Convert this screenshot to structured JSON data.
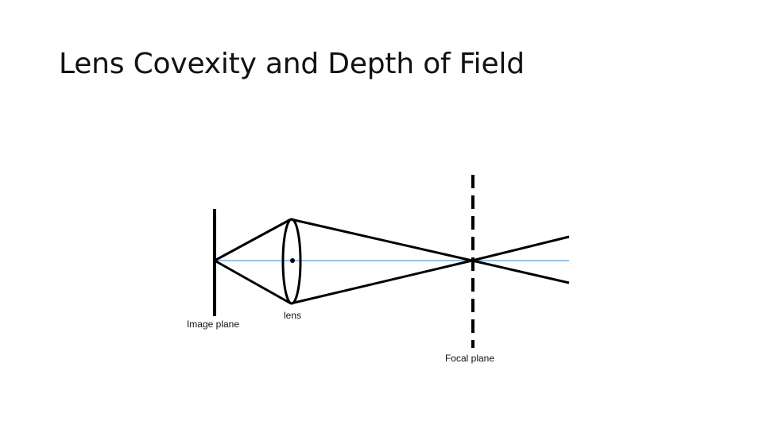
{
  "slide": {
    "title": "Lens Covexity and Depth of Field"
  },
  "diagram": {
    "labels": {
      "image_plane": "Image plane",
      "lens": "lens",
      "focal_plane": "Focal plane"
    },
    "colors": {
      "stroke": "#000000",
      "optical_axis": "#5b9bd5",
      "text": "#111111"
    }
  }
}
